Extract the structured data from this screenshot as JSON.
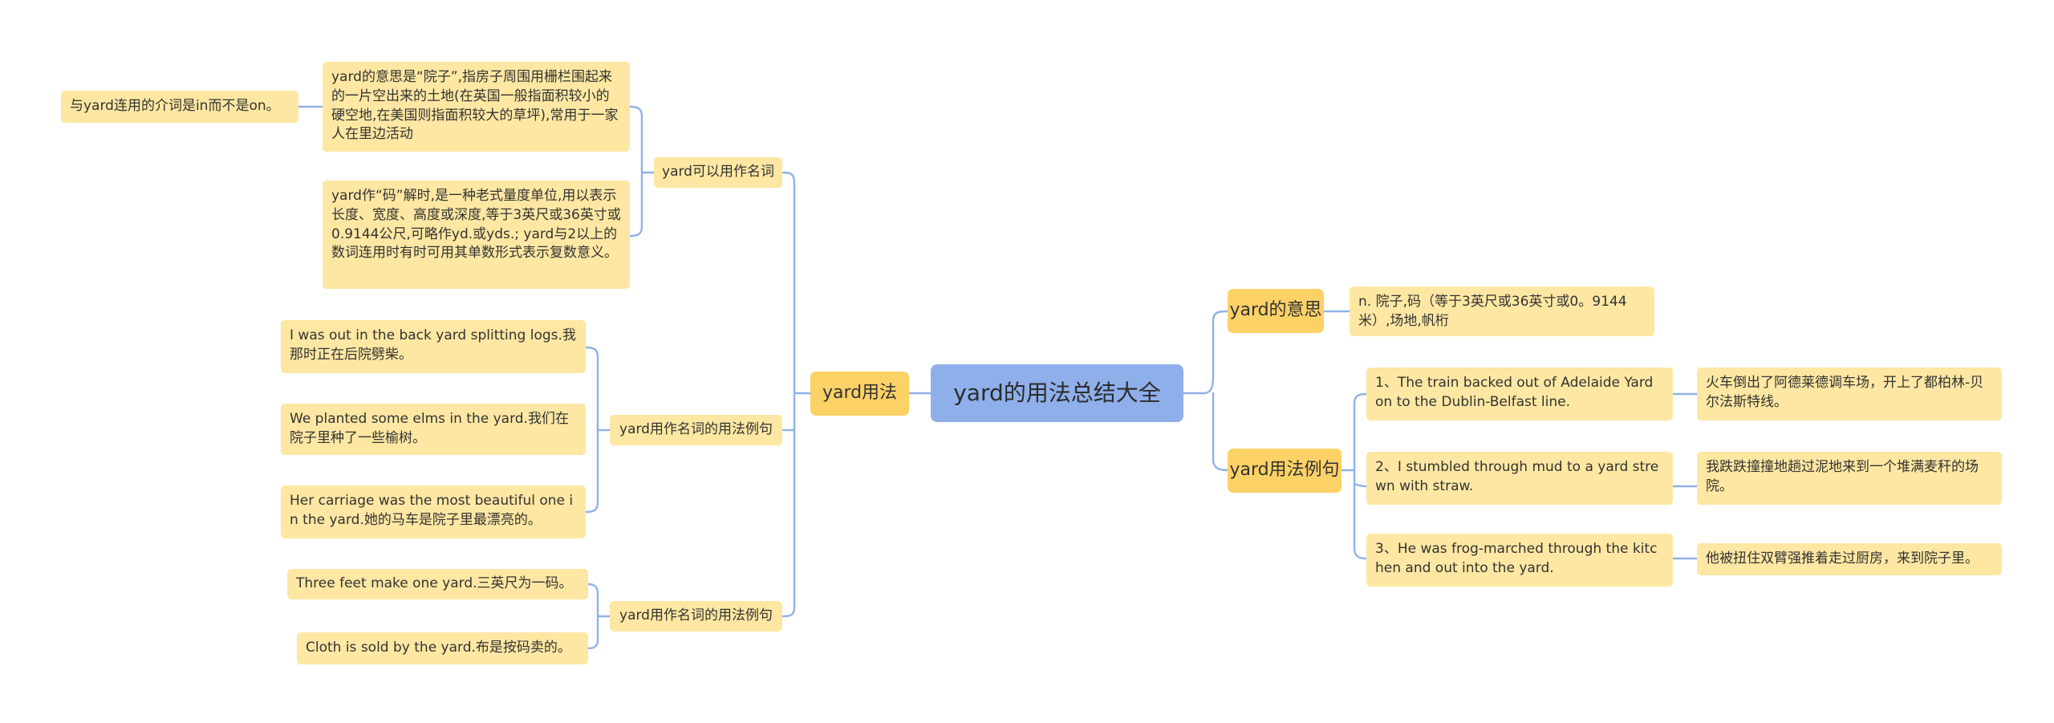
{
  "root": {
    "text": "yard的用法总结大全"
  },
  "left": {
    "branch": "yard用法",
    "noun": {
      "label": "yard可以用作名词",
      "def1": "yard的意思是“院子”,指房子周围用栅栏围起来的一片空出来的土地(在英国一般指面积较小的硬空地,在美国则指面积较大的草坪),常用于一家人在里边活动",
      "def1_note": "与yard连用的介词是in而不是on。",
      "def2": "yard作“码”解时,是一种老式量度单位,用以表示长度、宽度、高度或深度,等于3英尺或36英寸或0.9144公尺,可略作yd.或yds.; yard与2以上的数词连用时有时可用其单数形式表示复数意义。"
    },
    "examples1": {
      "label": "yard用作名词的用法例句",
      "items": [
        "I was out in the back yard splitting logs.我那时正在后院劈柴。",
        "We planted some elms in the yard.我们在院子里种了一些榆树。",
        "Her carriage was the most beautiful one in the yard.她的马车是院子里最漂亮的。"
      ]
    },
    "examples2": {
      "label": "yard用作名词的用法例句",
      "items": [
        "Three feet make one yard.三英尺为一码。",
        "Cloth is sold by the yard.布是按码卖的。"
      ]
    }
  },
  "right": {
    "meaning": {
      "label": "yard的意思",
      "text": "n. 院子,码（等于3英尺或36英寸或0。9144米）,场地,帆桁"
    },
    "examples": {
      "label": "yard用法例句",
      "items": [
        {
          "en": "1、The train backed out of Adelaide Yard on to the Dublin-Belfast line.",
          "zh": "火车倒出了阿德莱德调车场，开上了都柏林-贝尔法斯特线。"
        },
        {
          "en": "2、I stumbled through mud to a yard strewn with straw.",
          "zh": "我跌跌撞撞地趟过泥地来到一个堆满麦秆的场院。"
        },
        {
          "en": "3、He was frog-marched through the kitchen and out into the yard.",
          "zh": "他被扭住双臂强推着走过厨房，来到院子里。"
        }
      ]
    }
  },
  "colors": {
    "root": "#8eafea",
    "main_topic": "#fcd166",
    "sub_topic": "#fde7a2",
    "connector": "#8fb1e6"
  }
}
